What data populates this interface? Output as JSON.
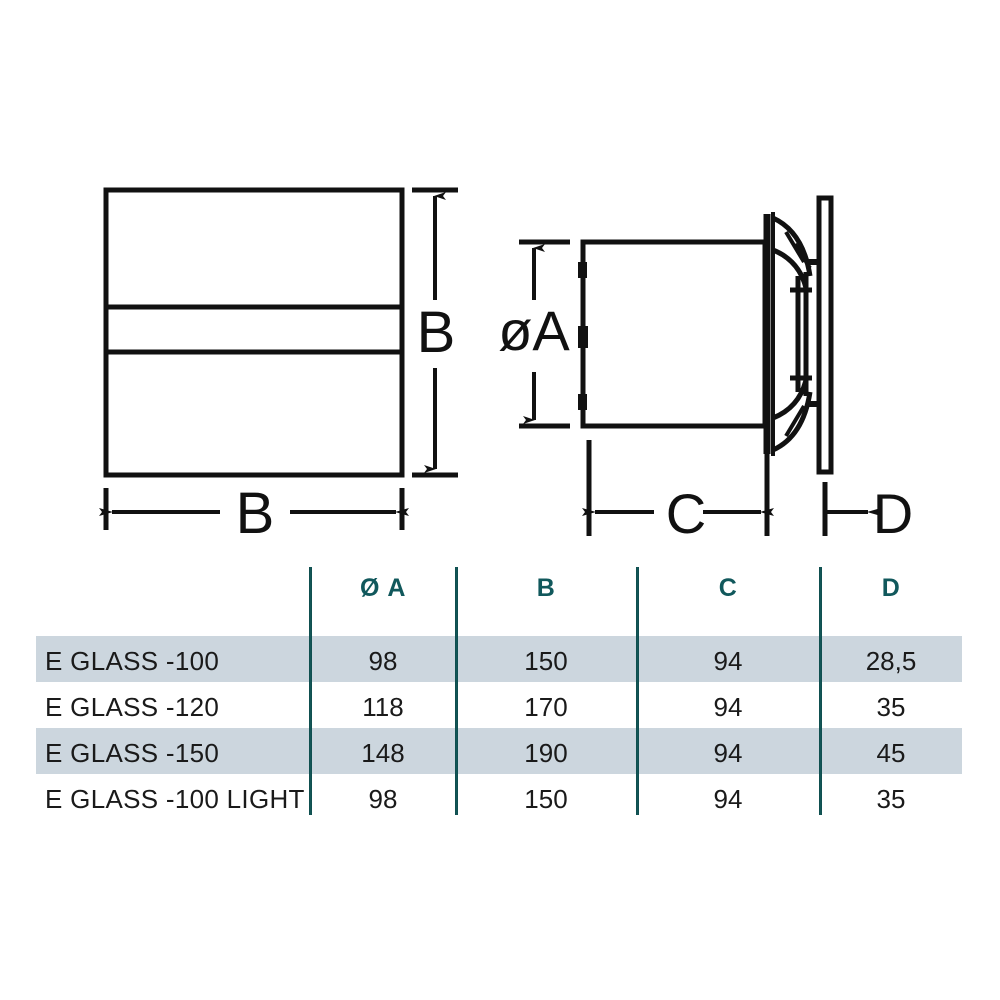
{
  "document": {
    "kind": "product-dimension-drawing",
    "title": "E GLASS axial fan dimensions"
  },
  "drawings": {
    "front_view": {
      "name": "front-view",
      "labels": {
        "height_dim": "B",
        "width_dim": "B"
      }
    },
    "side_view": {
      "name": "side-view",
      "labels": {
        "diameter_dim": "øA",
        "depth_dim": "C",
        "front_panel_dim": "D"
      }
    }
  },
  "table": {
    "name": "dimension-table",
    "headers": [
      "",
      "ø A",
      "B",
      "C",
      "D"
    ],
    "header_diameter_symbol": "Ø",
    "header_diameter_letter": "A",
    "rows": [
      {
        "model": "E GLASS -100",
        "a": "98",
        "b": "150",
        "c": "94",
        "d": "28,5",
        "shaded": true
      },
      {
        "model": "E GLASS -120",
        "a": "118",
        "b": "170",
        "c": "94",
        "d": "35",
        "shaded": false
      },
      {
        "model": "E GLASS -150",
        "a": "148",
        "b": "190",
        "c": "94",
        "d": "45",
        "shaded": true
      },
      {
        "model": "E GLASS -100 LIGHT",
        "a": "98",
        "b": "150",
        "c": "94",
        "d": "35",
        "shaded": false
      }
    ]
  },
  "colors": {
    "header_teal": "#11585c",
    "divider_teal": "#0d4a4a",
    "row_band": "#ccd6de",
    "ink": "#1a1a1a",
    "paper": "#ffffff"
  }
}
